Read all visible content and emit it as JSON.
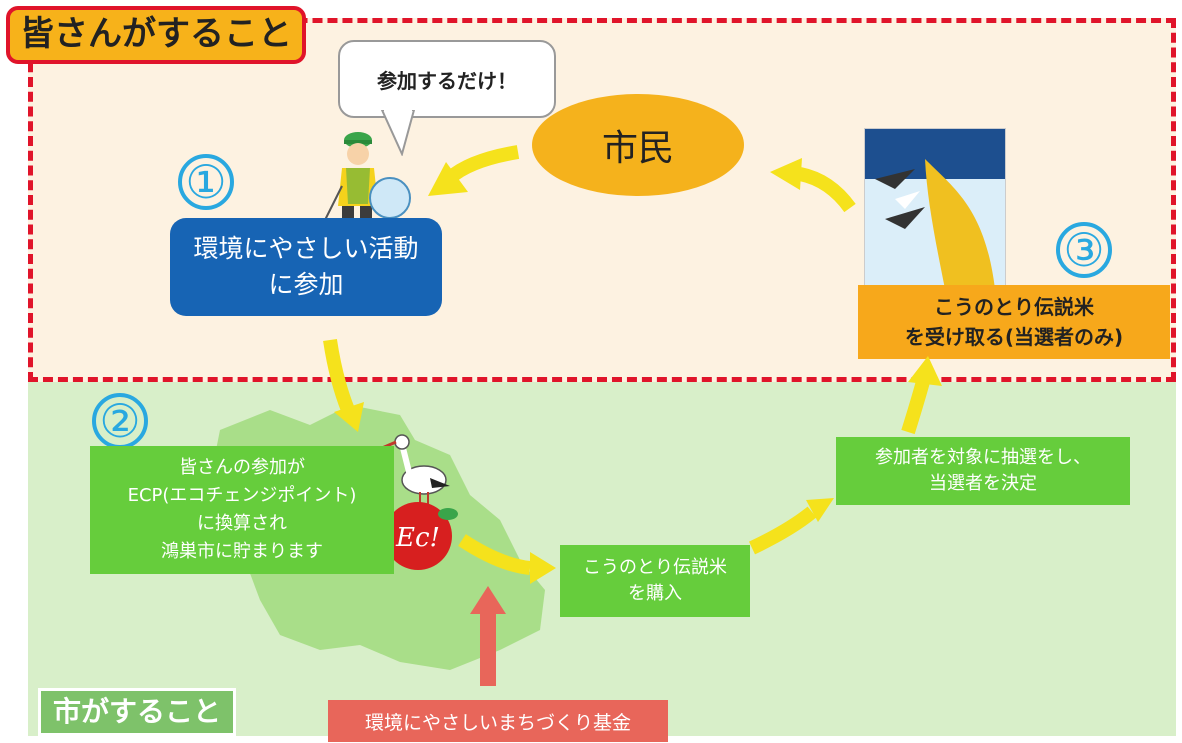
{
  "top_section": {
    "title": "皆さんがすること"
  },
  "bottom_section": {
    "title": "市がすること"
  },
  "speech_bubble": "参加するだけ！",
  "citizen_label": "市民",
  "steps": [
    {
      "number": "①",
      "lines": [
        "環境にやさしい活動",
        "に参加"
      ]
    },
    {
      "number": "②",
      "lines": [
        "皆さんの参加が",
        "ECP(エコチェンジポイント)",
        "に換算され",
        "鴻巣市に貯まります"
      ]
    },
    {
      "number": "③",
      "lines": [
        "こうのとり伝説米",
        "を受け取る(当選者のみ)"
      ]
    }
  ],
  "purchase_box": [
    "こうのとり伝説米",
    "を購入"
  ],
  "lottery_box": [
    "参加者を対象に抽選をし、",
    "当選者を決定"
  ],
  "fund_box": "環境にやさしいまちづくり基金",
  "ecp_logo_text": "Ec!",
  "colors": {
    "dashed_border": "#e0142a",
    "top_bg": "#fdf2e1",
    "bottom_bg": "#d8efc9",
    "blue": "#1764b4",
    "green": "#66cd3c",
    "orange": "#f7a81b",
    "yellow_arrow": "#f5e21c",
    "number_blue": "#29a8e0",
    "fund_red": "#e8665a"
  }
}
